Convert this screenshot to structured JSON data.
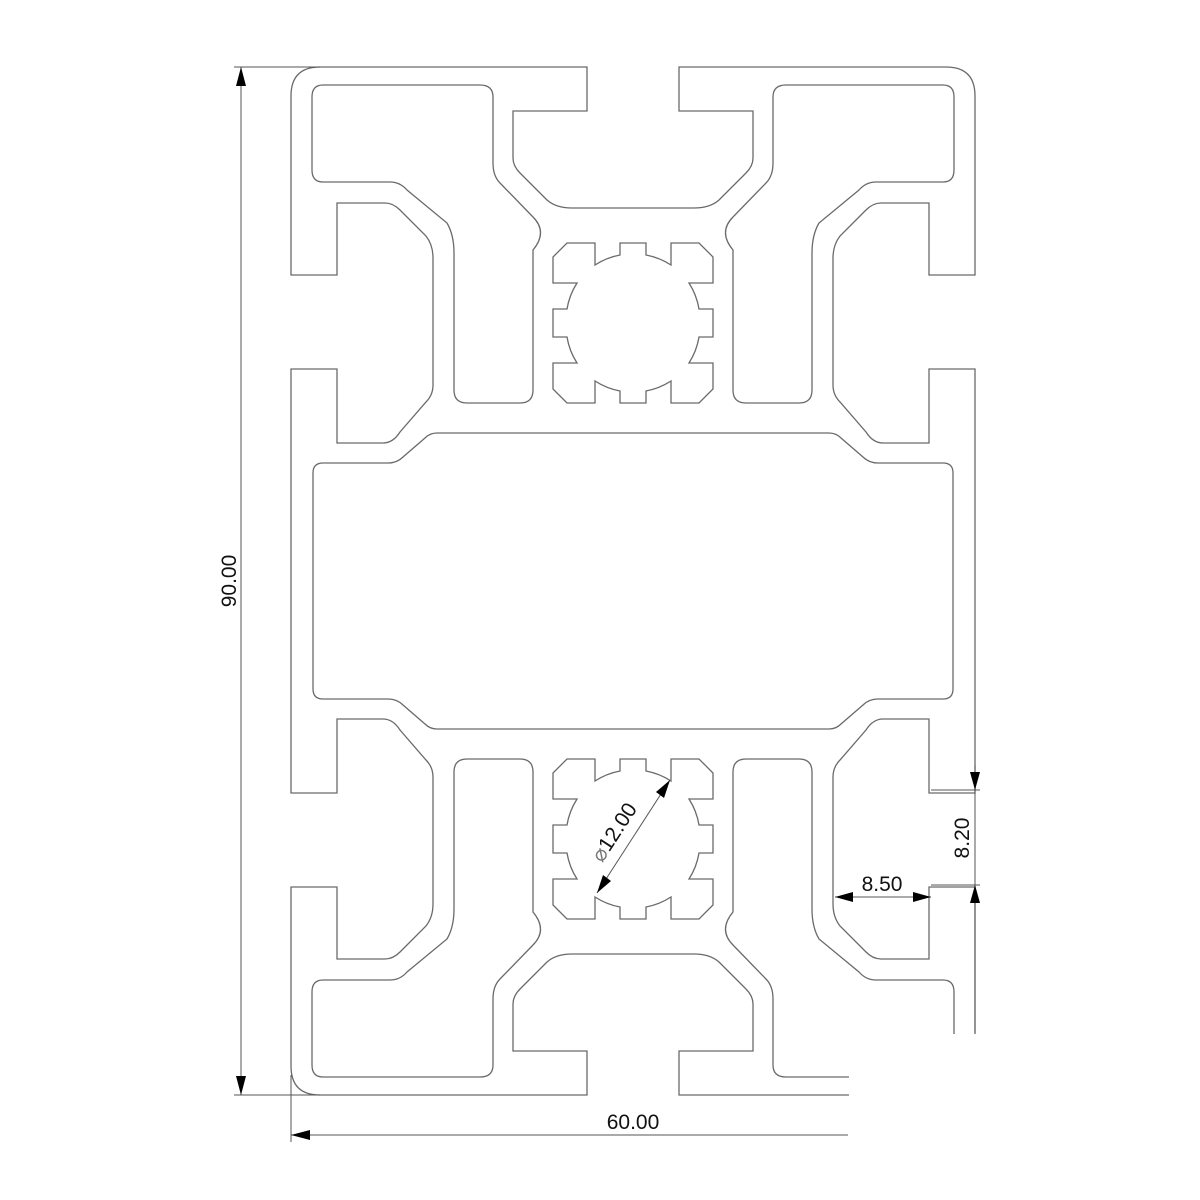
{
  "drawing": {
    "title": "Aluminium profile 60x90 cross-section",
    "line_color": "#6a6a6a",
    "dimension_color": "#000000"
  },
  "dimensions": {
    "height": "90.00",
    "width": "60.00",
    "slot_depth": "8.50",
    "slot_width": "8.20",
    "bore_symbol": "⌀",
    "bore_diameter": "12.00"
  }
}
